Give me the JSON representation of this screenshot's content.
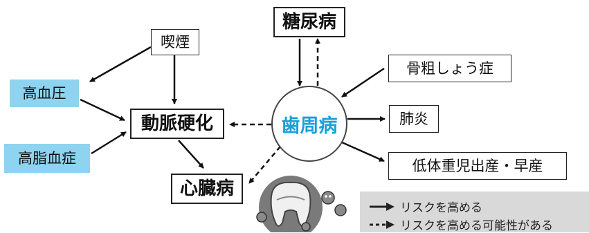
{
  "center": {
    "label": "歯周病"
  },
  "nodes": {
    "kitsuen": "喫煙",
    "kouketsuatsu": "高血圧",
    "doumyaku_kouka": "動脈硬化",
    "koushi_kesshou": "高脂血症",
    "shinzoubyou": "心臓病",
    "tounyoubyou": "糖尿病",
    "kotsusoshoushou": "骨粗しょう症",
    "haien": "肺炎",
    "teitaijuuji": "低体重児出産・早産"
  },
  "legend": {
    "solid_label": "リスクを高める",
    "dashed_label": "リスクを高める可能性がある"
  },
  "colors": {
    "highlight_fill": "#8ed3ef",
    "center_text": "#1aa0d8",
    "legend_bg": "#d9d9d9"
  }
}
